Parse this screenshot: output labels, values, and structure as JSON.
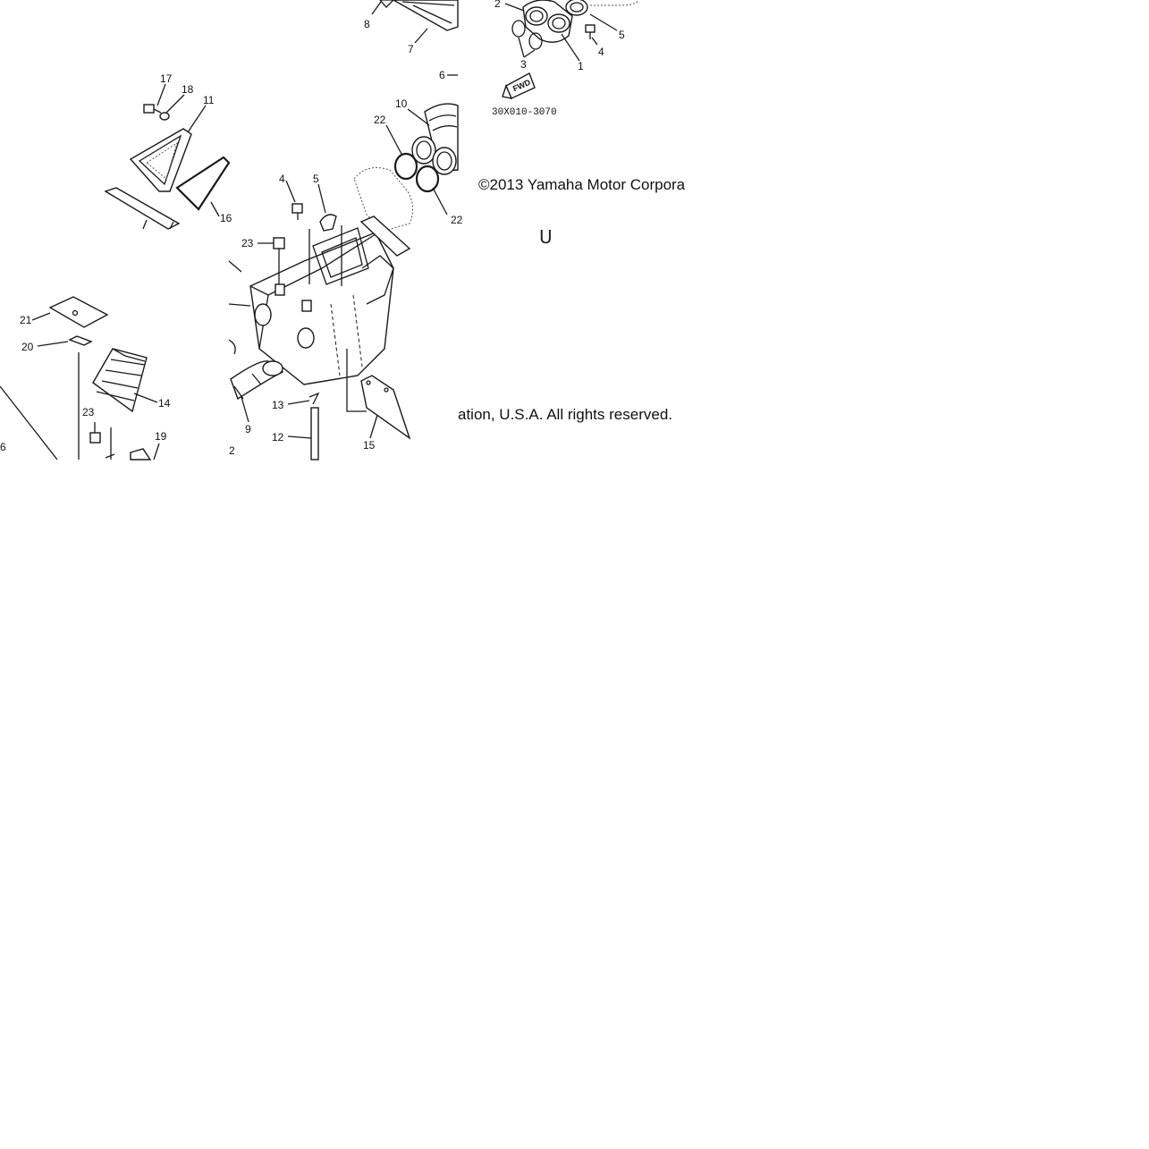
{
  "copyright": {
    "top_fragment": "©2013 Yamaha Motor Corpora",
    "bottom_fragment": "ation, U.S.A. All rights reserved."
  },
  "diagram_code": "30X010-3070",
  "direction_marker": "FWD",
  "glyph": "U",
  "callouts": {
    "c1": "1",
    "c2": "2",
    "c3": "3",
    "c4a": "4",
    "c5a": "5",
    "c6": "6",
    "c7": "7",
    "c8": "8",
    "c10": "10",
    "c22a": "22",
    "c22b": "22",
    "c17": "17",
    "c18": "18",
    "c11": "11",
    "c16": "16",
    "c4b": "4",
    "c5b": "5",
    "c23a": "23",
    "c21": "21",
    "c20": "20",
    "c14": "14",
    "c23b": "23",
    "c19": "19",
    "c6b": "6",
    "c9": "9",
    "c13": "13",
    "c12": "12",
    "c15": "15",
    "c2b": "2"
  }
}
